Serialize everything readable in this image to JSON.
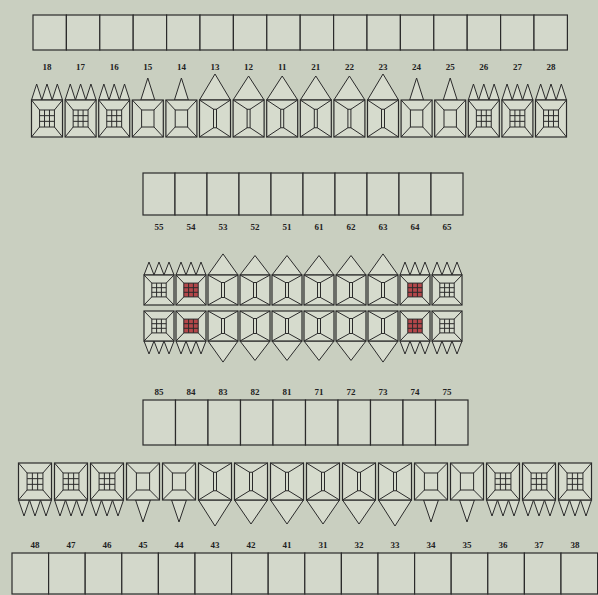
{
  "diagram": {
    "labels": [
      "18",
      "17",
      "16",
      "15",
      "14",
      "13",
      "12",
      "11",
      "21",
      "22",
      "23",
      "24",
      "25",
      "26",
      "27",
      "28",
      "55",
      "54",
      "53",
      "52",
      "51",
      "61",
      "62",
      "63",
      "64",
      "65",
      "85",
      "84",
      "83",
      "82",
      "81",
      "71",
      "72",
      "73",
      "74",
      "75",
      "48",
      "47",
      "46",
      "45",
      "44",
      "43",
      "42",
      "41",
      "31",
      "32",
      "33",
      "34",
      "35",
      "36",
      "37",
      "38"
    ]
  }
}
